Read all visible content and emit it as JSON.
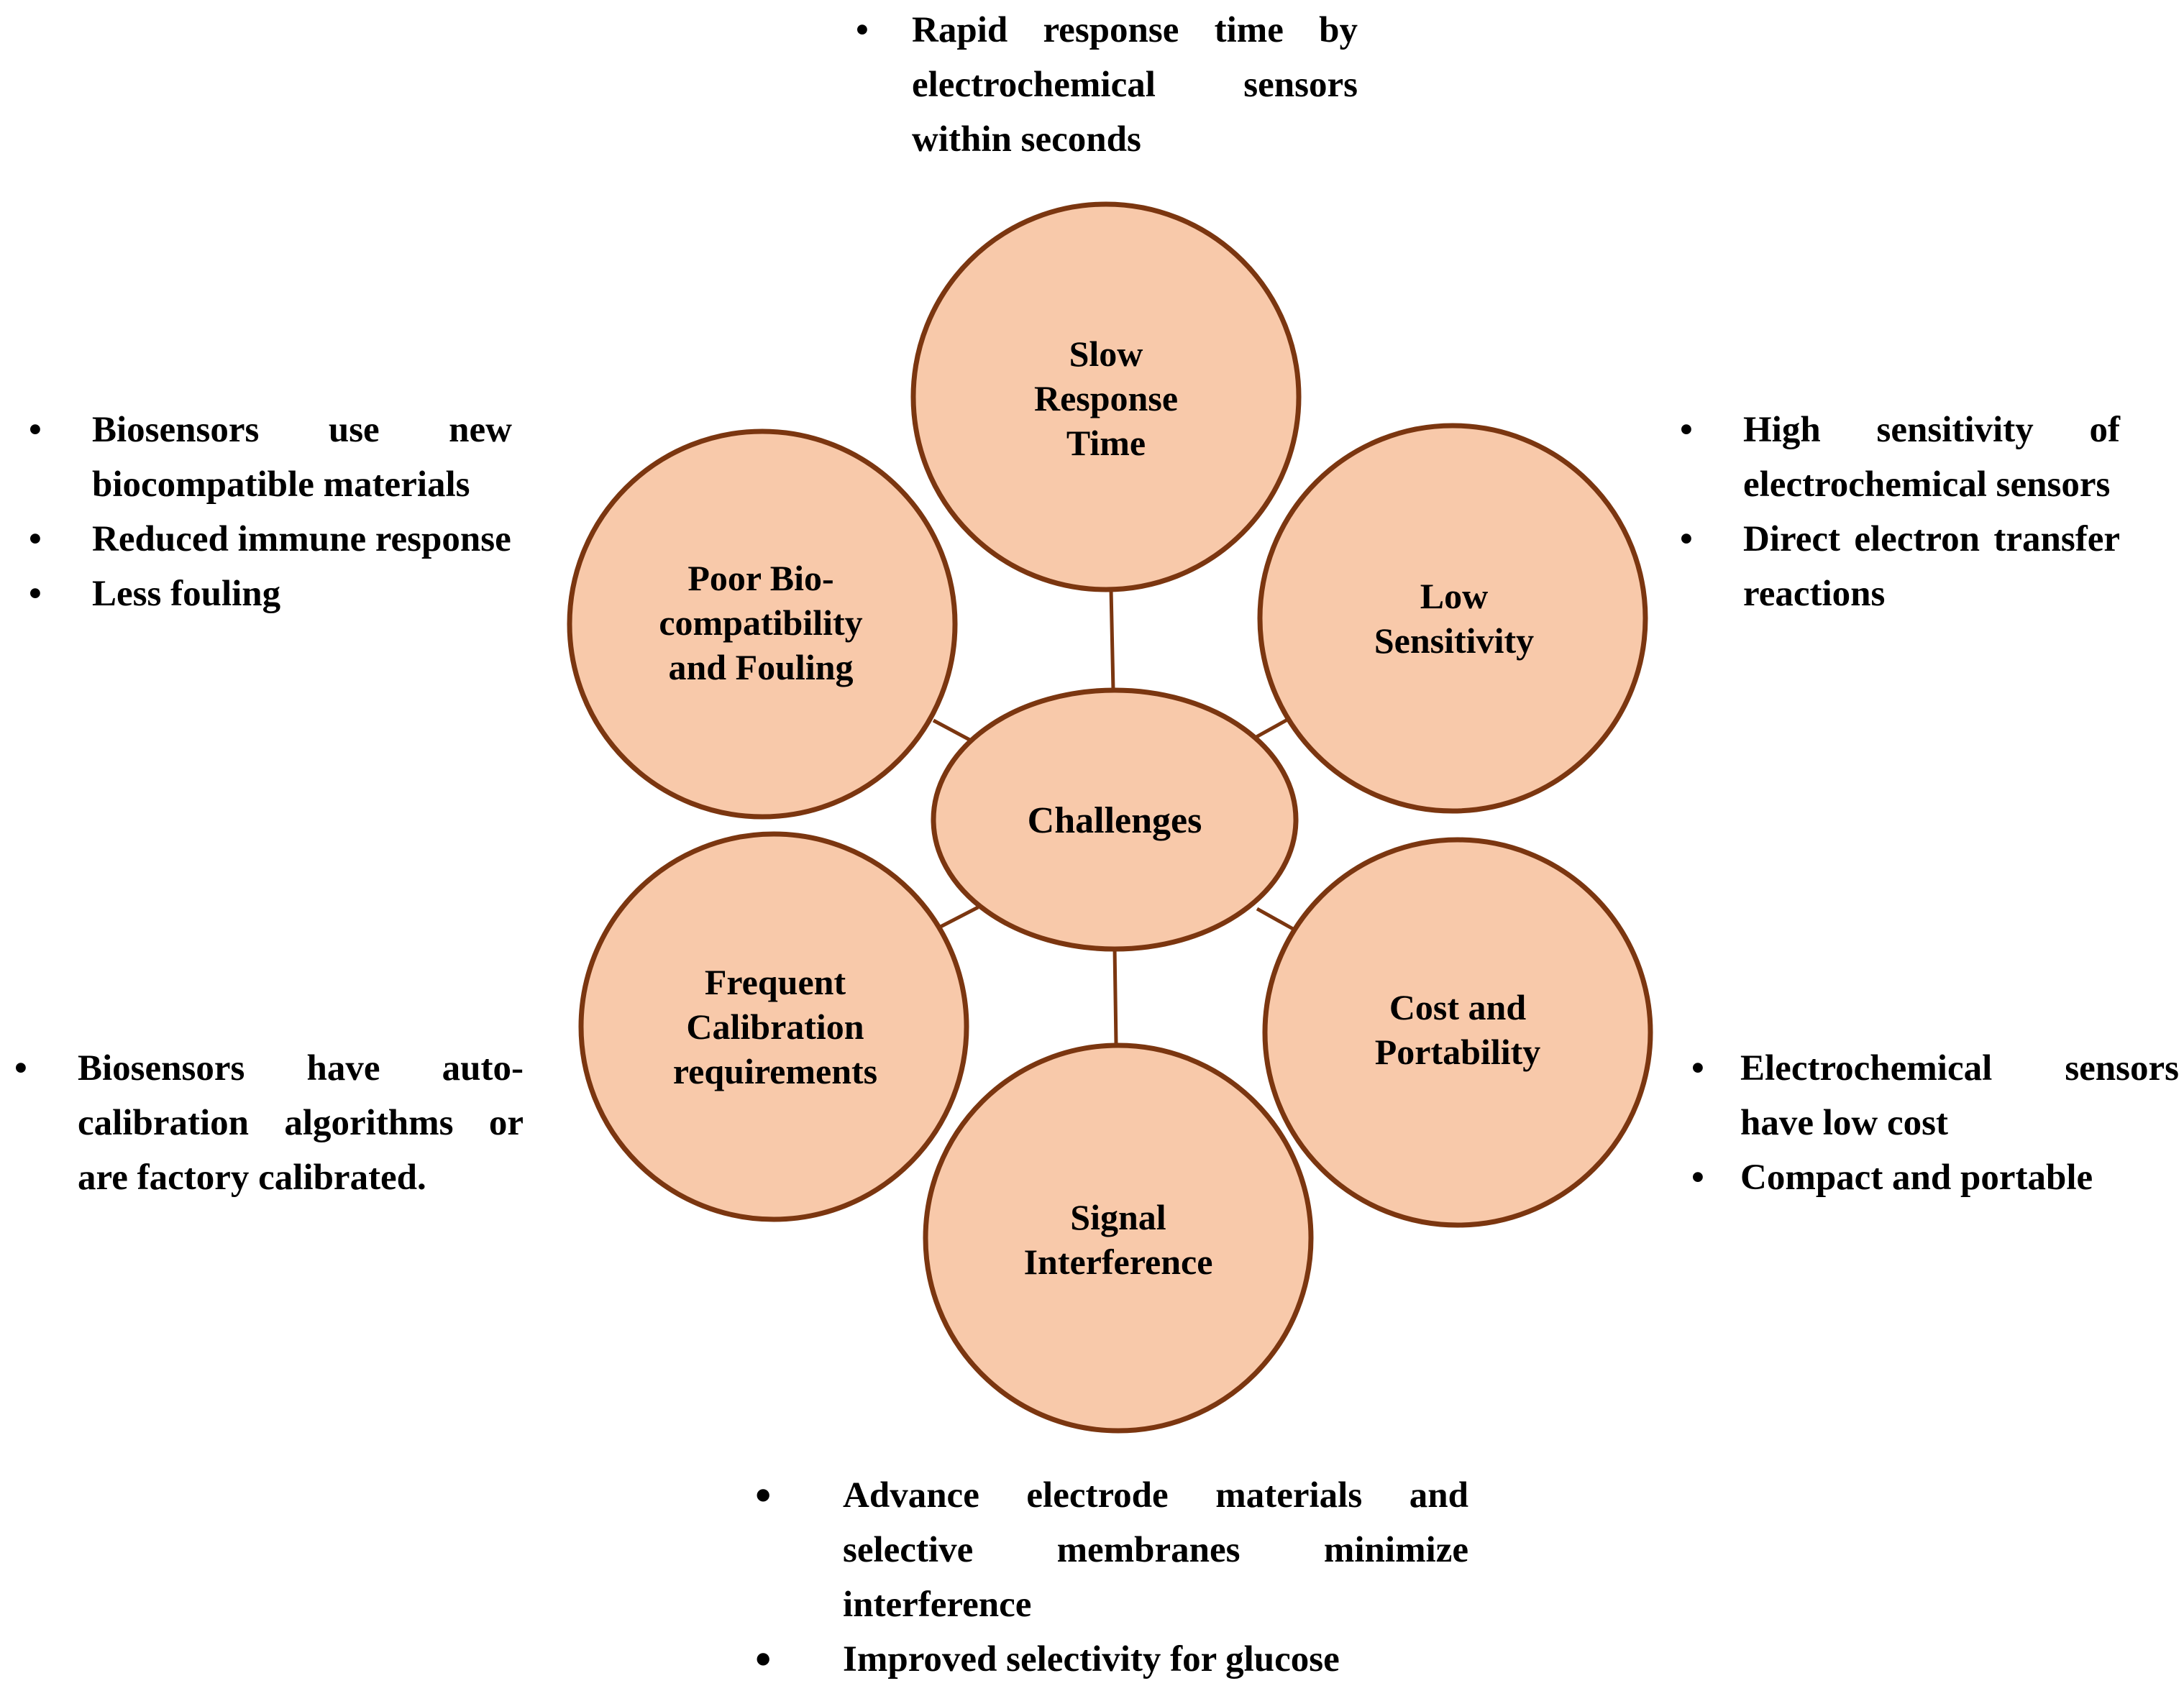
{
  "center": {
    "label": "Challenges"
  },
  "challenges": {
    "slow_response": {
      "label": "Slow\nResponse\nTime"
    },
    "low_sensitivity": {
      "label": "Low\nSensitivity"
    },
    "cost_portability": {
      "label": "Cost and\nPortability"
    },
    "signal_interference": {
      "label": "Signal\nInterference"
    },
    "frequent_calibration": {
      "label": "Frequent\nCalibration\nrequirements"
    },
    "poor_biocompatibility": {
      "label": "Poor Bio-\ncompatibility\nand Fouling"
    }
  },
  "solutions": {
    "slow_response": [
      "Rapid response time by electrochemical sensors within seconds"
    ],
    "low_sensitivity": [
      "High sensitivity of electrochemical sensors",
      "Direct electron transfer reactions"
    ],
    "cost_portability": [
      "Electrochemical sensors have low cost",
      "Compact and portable"
    ],
    "signal_interference": [
      "Advance electrode materials and selective membranes minimize interference",
      "Improved selectivity for glucose"
    ],
    "frequent_calibration": [
      "Biosensors have auto-calibration algorithms or are factory calibrated."
    ],
    "poor_biocompatibility": [
      "Biosensors use new biocompatible materials",
      "Reduced immune response",
      "Less fouling"
    ]
  },
  "colors": {
    "fill": "#f8c9aa",
    "stroke": "#7b3610",
    "connector": "#7b3610"
  }
}
